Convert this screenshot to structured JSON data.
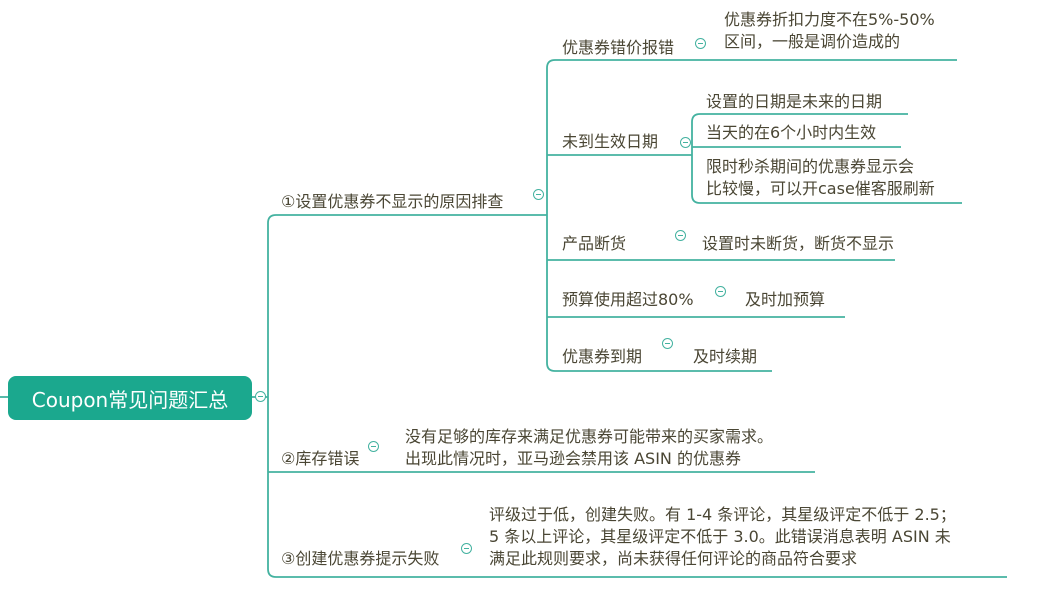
{
  "colors": {
    "root_fill": "#1ba88e",
    "root_text": "#ffffff",
    "line": "#44b2a0",
    "text": "#4a4634",
    "background": "#ffffff"
  },
  "root": {
    "label": "Coupon常见问题汇总"
  },
  "branches": [
    {
      "label": "①设置优惠券不显示的原因排查",
      "children": [
        {
          "label": "优惠券错价报错",
          "children": [
            {
              "label": "优惠券折扣力度不在5%-50%\n区间，一般是调价造成的"
            }
          ]
        },
        {
          "label": "未到生效日期",
          "children": [
            {
              "label": "设置的日期是未来的日期"
            },
            {
              "label": "当天的在6个小时内生效"
            },
            {
              "label": "限时秒杀期间的优惠券显示会\n比较慢，可以开case催客服刷新"
            }
          ]
        },
        {
          "label": "产品断货",
          "children": [
            {
              "label": "设置时未断货，断货不显示"
            }
          ]
        },
        {
          "label": "预算使用超过80%",
          "children": [
            {
              "label": "及时加预算"
            }
          ]
        },
        {
          "label": "优惠券到期",
          "children": [
            {
              "label": "及时续期"
            }
          ]
        }
      ]
    },
    {
      "label": "②库存错误",
      "children": [
        {
          "label": "没有足够的库存来满足优惠券可能带来的买家需求。\n出现此情况时，亚马逊会禁用该 ASIN 的优惠券"
        }
      ]
    },
    {
      "label": "③创建优惠券提示失败",
      "children": [
        {
          "label": "评级过于低，创建失败。有 1-4 条评论，其星级评定不低于 2.5；\n5 条以上评论，其星级评定不低于 3.0。此错误消息表明 ASIN 未\n满足此规则要求，尚未获得任何评论的商品符合要求"
        }
      ]
    }
  ]
}
